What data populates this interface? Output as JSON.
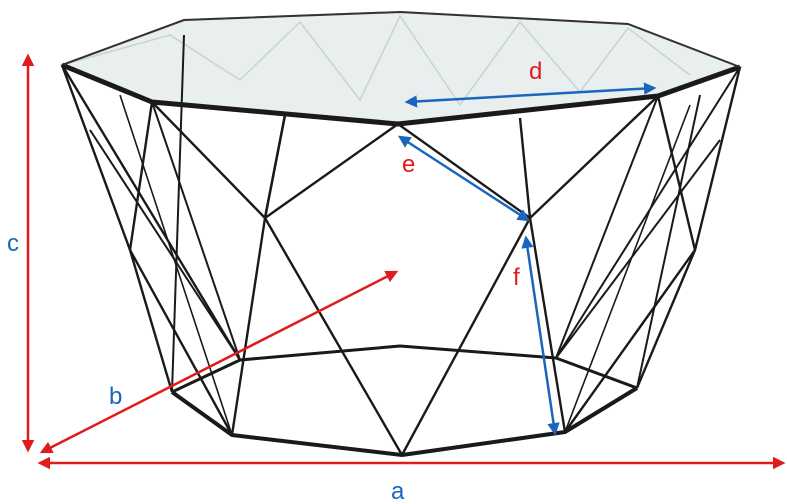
{
  "labels": {
    "a": "a",
    "b": "b",
    "c": "c",
    "d": "d",
    "e": "e",
    "f": "f"
  },
  "colors": {
    "background": "#ffffff",
    "frame": "#1a1a1a",
    "glass_fill": "#e9efee",
    "glass_edge": "#b9c6c4",
    "red": "#e01b1b",
    "blue": "#1a66bd"
  }
}
